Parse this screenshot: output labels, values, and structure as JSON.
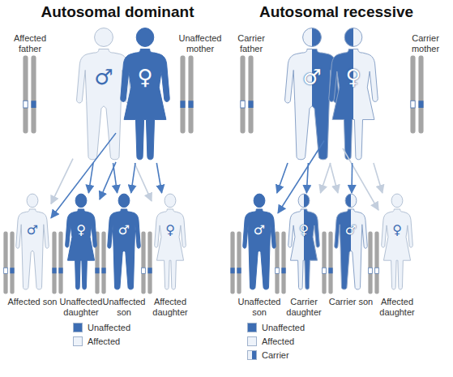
{
  "diagram": {
    "nodes": [
      {
        "text": [
          "♂",
          "Affected father"
        ]
      },
      {
        "text": [
          "♀",
          "Unaffected mother"
        ]
      },
      {
        "text": [
          "♂",
          "Affected son"
        ]
      },
      {
        "text": [
          "♀",
          "Unaffected daughter"
        ]
      },
      {
        "text": [
          "♂",
          "Unaffected son"
        ]
      },
      {
        "text": [
          "♀",
          "Affected daughter"
        ]
      },
      {
        "text": [
          "♂",
          "Carrier father"
        ]
      },
      {
        "text": [
          "♀",
          "Carrier mother"
        ]
      },
      {
        "text": [
          "♂",
          "Unaffected son"
        ]
      },
      {
        "text": [
          "♀",
          "Carrier daughter"
        ]
      },
      {
        "text": [
          "♂",
          "Carrier son"
        ]
      },
      {
        "text": [
          "♀",
          "Affected daughter"
        ]
      }
    ],
    "edges": [
      {
        "from": 0,
        "to": 2,
        "arrow": "to"
      },
      {
        "from": 0,
        "to": 3,
        "arrow": "to"
      },
      {
        "from": 0,
        "to": 4,
        "arrow": "to"
      },
      {
        "from": 0,
        "to": 5,
        "arrow": "to"
      },
      {
        "from": 1,
        "to": 2,
        "arrow": "to"
      },
      {
        "from": 1,
        "to": 3,
        "arrow": "to"
      },
      {
        "from": 1,
        "to": 4,
        "arrow": "to"
      },
      {
        "from": 1,
        "to": 5,
        "arrow": "to"
      },
      {
        "from": 6,
        "to": 8,
        "arrow": "to"
      },
      {
        "from": 6,
        "to": 9,
        "arrow": "to"
      },
      {
        "from": 6,
        "to": 10,
        "arrow": "to"
      },
      {
        "from": 6,
        "to": 11,
        "arrow": "to"
      },
      {
        "from": 7,
        "to": 8,
        "arrow": "to"
      },
      {
        "from": 7,
        "to": 9,
        "arrow": "to"
      },
      {
        "from": 7,
        "to": 10,
        "arrow": "to"
      },
      {
        "from": 7,
        "to": 11,
        "arrow": "to"
      }
    ],
    "labels": [
      "Autosomal dominant",
      "Autosomal recessive"
    ],
    "legend": [
      {
        "text": "Unaffected",
        "color": "#3d6db3"
      },
      {
        "text": "Affected",
        "color": "#eef3fa"
      },
      {
        "text": "Unaffected",
        "color": "#3d6db3"
      },
      {
        "text": "Affected",
        "color": "#eef3fa"
      },
      {
        "text": "Carrier"
      }
    ]
  }
}
